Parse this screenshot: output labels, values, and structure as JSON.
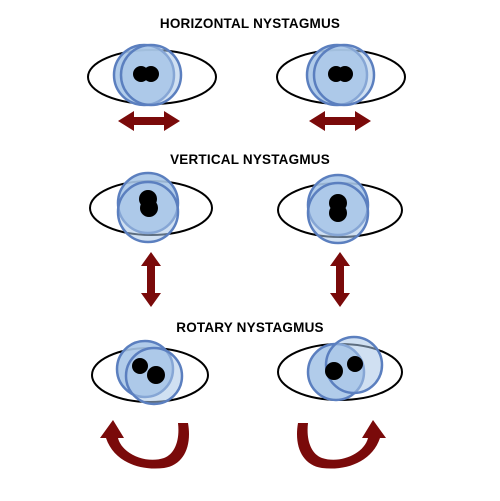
{
  "sections": [
    {
      "title": "HORIZONTAL NYSTAGMUS",
      "motion": "horizontal"
    },
    {
      "title": "VERTICAL NYSTAGMUS",
      "motion": "vertical"
    },
    {
      "title": "ROTARY NYSTAGMUS",
      "motion": "rotary"
    }
  ],
  "colors": {
    "eye_outline": "#000000",
    "iris_fill": "#a9c6e8",
    "iris_stroke": "#5b7fbf",
    "pupil": "#000000",
    "arrow": "#7a0a0a"
  }
}
